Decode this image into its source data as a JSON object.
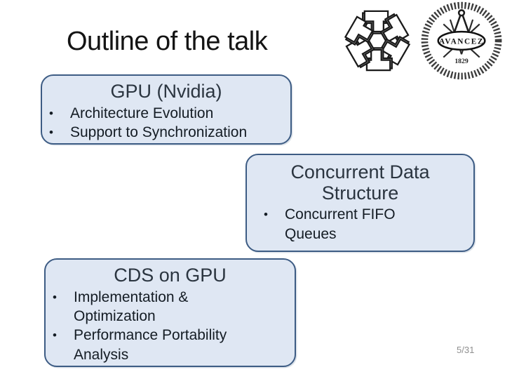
{
  "slide": {
    "title": "Outline of the talk",
    "page_number": "5/31",
    "bullet_char": "•"
  },
  "boxes": [
    {
      "heading": "GPU (Nvidia)",
      "bullets": [
        "Architecture Evolution",
        "Support to Synchronization"
      ]
    },
    {
      "heading": "Concurrent Data Structure",
      "bullets": [
        "Concurrent FIFO Queues"
      ]
    },
    {
      "heading": "CDS on GPU",
      "bullets": [
        "Implementation & Optimization",
        "Performance Portability Analysis"
      ]
    }
  ],
  "logos": {
    "group_logo": "hexagon-3d-arrows",
    "seal": {
      "motto": "AVANCEZ",
      "year": "1829"
    }
  },
  "colors": {
    "box_fill": "#dfe7f3",
    "box_border": "#3d5c84",
    "title_text": "#141414",
    "body_text": "#141c24",
    "page_number": "#8f8f8f"
  }
}
